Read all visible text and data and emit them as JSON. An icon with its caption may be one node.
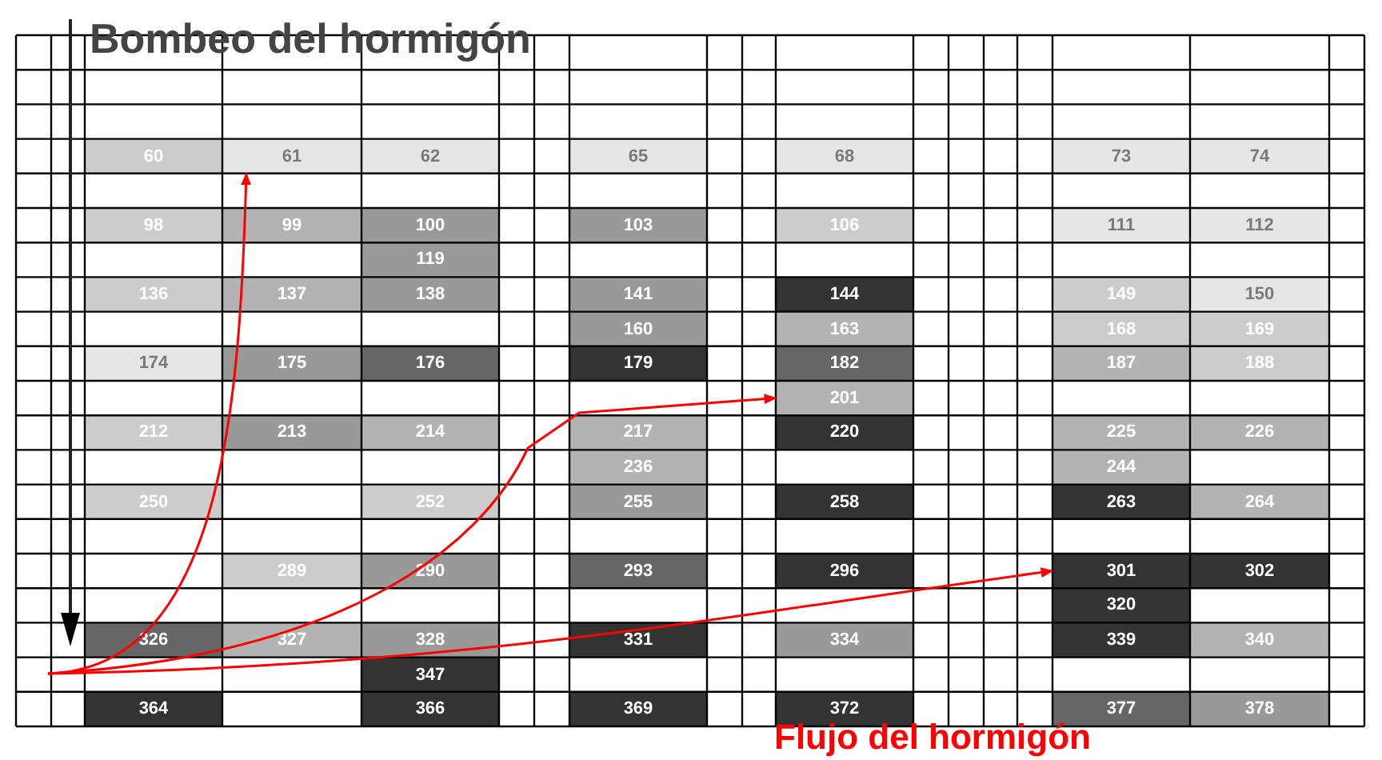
{
  "diagram": {
    "title": "Bombeo del hormigón",
    "nodes": [
      {
        "text": [
          "60"
        ]
      },
      {
        "text": [
          "61"
        ]
      },
      {
        "text": [
          "62"
        ]
      },
      {
        "text": [
          "65"
        ]
      },
      {
        "text": [
          "68"
        ]
      },
      {
        "text": [
          "73"
        ]
      },
      {
        "text": [
          "74"
        ]
      },
      {
        "text": [
          "98"
        ]
      },
      {
        "text": [
          "99"
        ]
      },
      {
        "text": [
          "100"
        ]
      },
      {
        "text": [
          "103"
        ]
      },
      {
        "text": [
          "106"
        ]
      },
      {
        "text": [
          "111"
        ]
      },
      {
        "text": [
          "112"
        ]
      },
      {
        "text": [
          "119"
        ]
      },
      {
        "text": [
          "136"
        ]
      },
      {
        "text": [
          "137"
        ]
      },
      {
        "text": [
          "138"
        ]
      },
      {
        "text": [
          "141"
        ]
      },
      {
        "text": [
          "144"
        ]
      },
      {
        "text": [
          "149"
        ]
      },
      {
        "text": [
          "150"
        ]
      },
      {
        "text": [
          "160"
        ]
      },
      {
        "text": [
          "163"
        ]
      },
      {
        "text": [
          "168"
        ]
      },
      {
        "text": [
          "169"
        ]
      },
      {
        "text": [
          "174"
        ]
      },
      {
        "text": [
          "175"
        ]
      },
      {
        "text": [
          "176"
        ]
      },
      {
        "text": [
          "179"
        ]
      },
      {
        "text": [
          "182"
        ]
      },
      {
        "text": [
          "187"
        ]
      },
      {
        "text": [
          "188"
        ]
      },
      {
        "text": [
          "201"
        ]
      },
      {
        "text": [
          "212"
        ]
      },
      {
        "text": [
          "213"
        ]
      },
      {
        "text": [
          "214"
        ]
      },
      {
        "text": [
          "217"
        ]
      },
      {
        "text": [
          "220"
        ]
      },
      {
        "text": [
          "225"
        ]
      },
      {
        "text": [
          "226"
        ]
      },
      {
        "text": [
          "236"
        ]
      },
      {
        "text": [
          "244"
        ]
      },
      {
        "text": [
          "250"
        ]
      },
      {
        "text": [
          "252"
        ]
      },
      {
        "text": [
          "255"
        ]
      },
      {
        "text": [
          "258"
        ]
      },
      {
        "text": [
          "263"
        ]
      },
      {
        "text": [
          "264"
        ]
      },
      {
        "text": [
          "289"
        ]
      },
      {
        "text": [
          "290"
        ]
      },
      {
        "text": [
          "293"
        ]
      },
      {
        "text": [
          "296"
        ]
      },
      {
        "text": [
          "301"
        ]
      },
      {
        "text": [
          "302"
        ]
      },
      {
        "text": [
          "320"
        ]
      },
      {
        "text": [
          "326"
        ]
      },
      {
        "text": [
          "327"
        ]
      },
      {
        "text": [
          "328"
        ]
      },
      {
        "text": [
          "331"
        ]
      },
      {
        "text": [
          "334"
        ]
      },
      {
        "text": [
          "339"
        ]
      },
      {
        "text": [
          "340"
        ]
      },
      {
        "text": [
          "347"
        ]
      },
      {
        "text": [
          "364"
        ]
      },
      {
        "text": [
          "366"
        ]
      },
      {
        "text": [
          "369"
        ]
      },
      {
        "text": [
          "372"
        ]
      },
      {
        "text": [
          "377"
        ]
      },
      {
        "text": [
          "378"
        ]
      }
    ],
    "edges": [
      {
        "from": null,
        "to": 1,
        "arrow": "to"
      },
      {
        "from": null,
        "to": 33,
        "arrow": "to"
      },
      {
        "from": null,
        "to": 53,
        "arrow": "to"
      }
    ],
    "labels": [
      "Flujo del hormigón"
    ]
  }
}
